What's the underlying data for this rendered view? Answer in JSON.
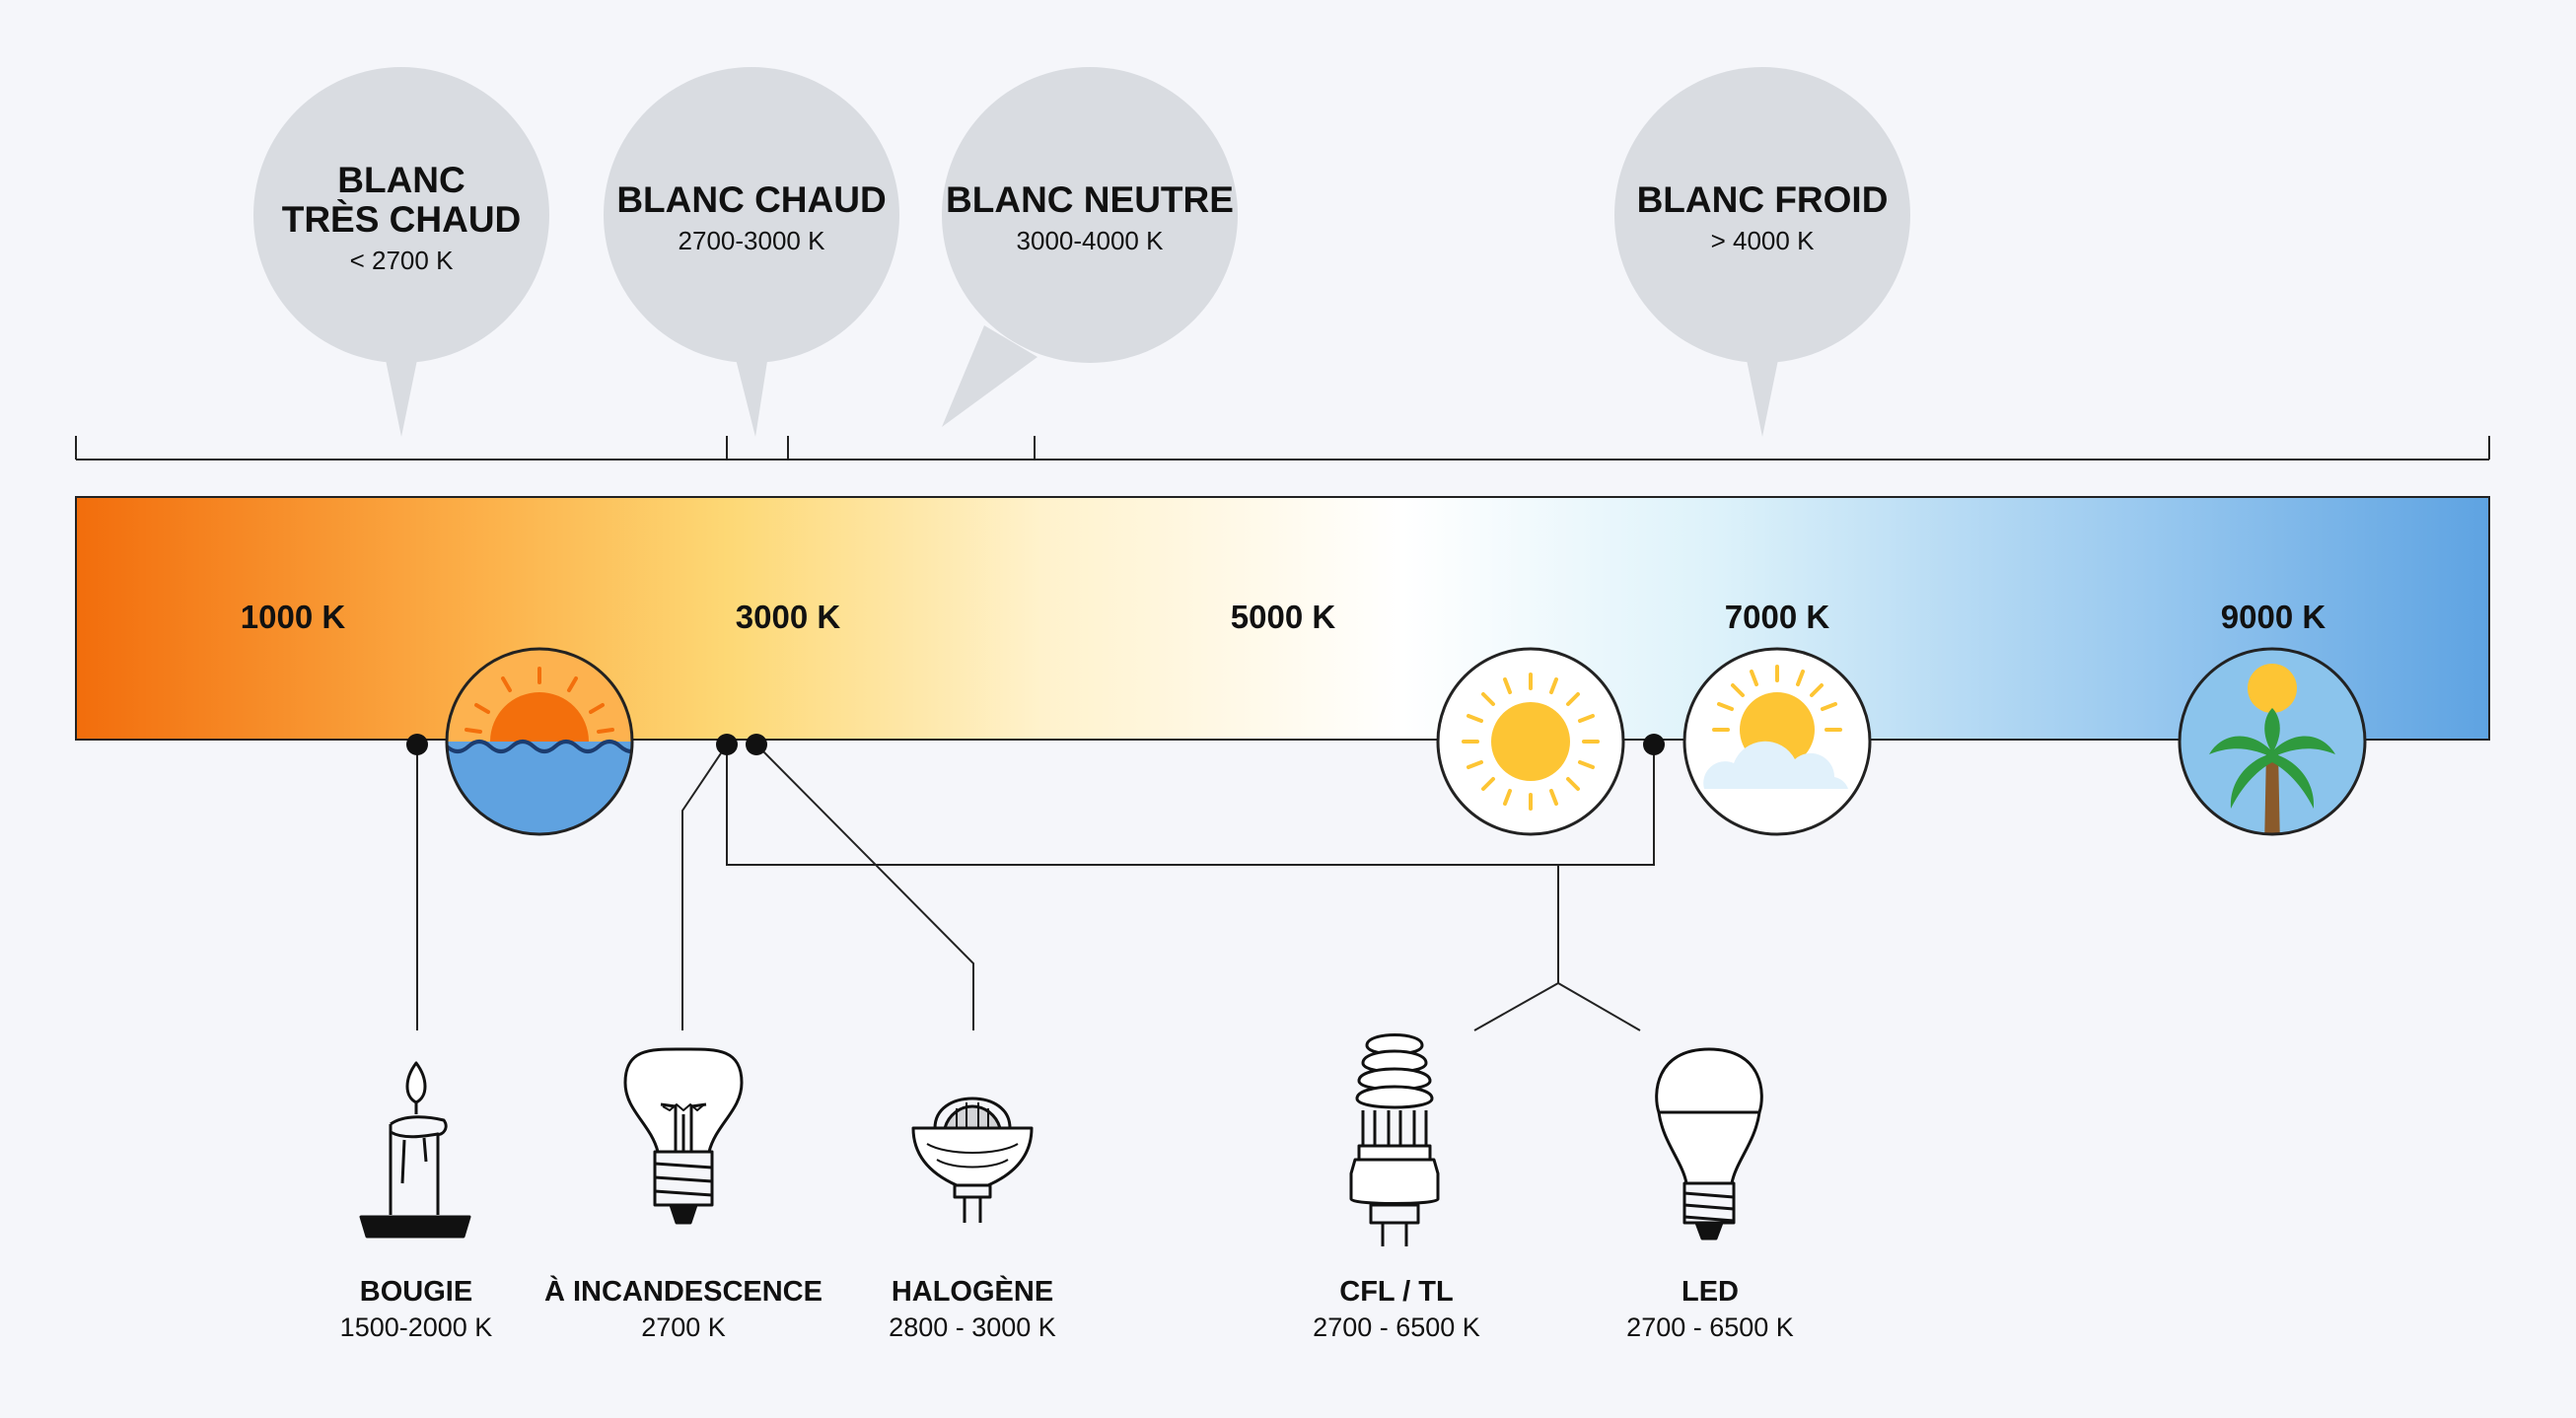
{
  "bubbles": [
    {
      "title_line1": "BLANC",
      "title_line2": "TRÈS CHAUD",
      "range": "< 2700 K"
    },
    {
      "title_line1": "BLANC CHAUD",
      "range": "2700-3000 K"
    },
    {
      "title_line1": "BLANC NEUTRE",
      "range": "3000-4000 K"
    },
    {
      "title_line1": "BLANC FROID",
      "range": "> 4000 K"
    }
  ],
  "scale_labels": [
    "1000 K",
    "3000 K",
    "5000 K",
    "7000 K",
    "9000 K"
  ],
  "devices": [
    {
      "name": "BOUGIE",
      "range": "1500-2000 K"
    },
    {
      "name": "À INCANDESCENCE",
      "range": "2700 K"
    },
    {
      "name": "HALOGÈNE",
      "range": "2800 - 3000 K"
    },
    {
      "name": "CFL / TL",
      "range": "2700 - 6500 K"
    },
    {
      "name": "LED",
      "range": "2700 - 6500 K"
    }
  ],
  "icons": [
    "sunset-icon",
    "sun-icon",
    "sun-cloud-icon",
    "palm-tree-icon",
    "candle-icon",
    "incandescent-bulb-icon",
    "halogen-bulb-icon",
    "cfl-bulb-icon",
    "led-bulb-icon"
  ],
  "colors": {
    "gradient_stops": [
      "#f26d0c",
      "#fcb14a",
      "#fdd875",
      "#fff2cc",
      "#ffffff",
      "#ddf2fa",
      "#98c8ef",
      "#5ea3e2"
    ],
    "bubble": "#d9dce1",
    "sun": "#fdc534",
    "sunset": "#f36f0c",
    "water": "#5fa2e0",
    "palm": "#2f9a3e"
  }
}
